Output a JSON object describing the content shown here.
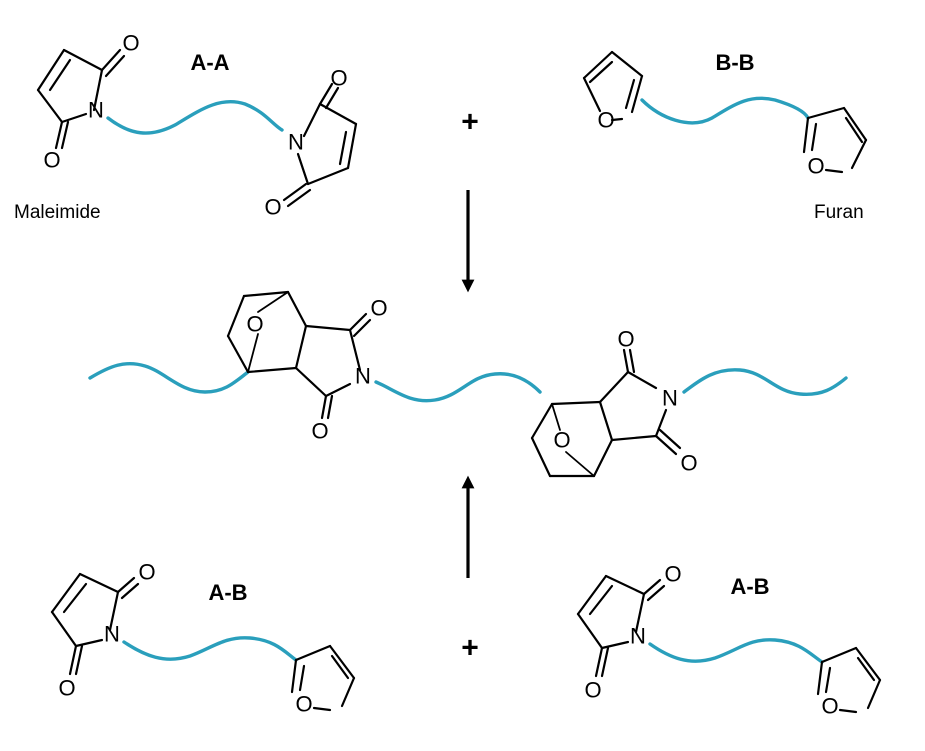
{
  "monomers": {
    "aa": {
      "title": "A-A",
      "end_label": "Maleimide"
    },
    "bb": {
      "title": "B-B",
      "end_label": "Furan"
    },
    "ab_left": {
      "title": "A-B"
    },
    "ab_right": {
      "title": "A-B"
    }
  },
  "operators": {
    "plus_top": "+",
    "plus_bottom": "+"
  },
  "atoms": {
    "nitrogen": "N",
    "oxygen": "O"
  },
  "colors": {
    "polymer_chain": "#2a9fbc",
    "bonds": "#000000"
  }
}
